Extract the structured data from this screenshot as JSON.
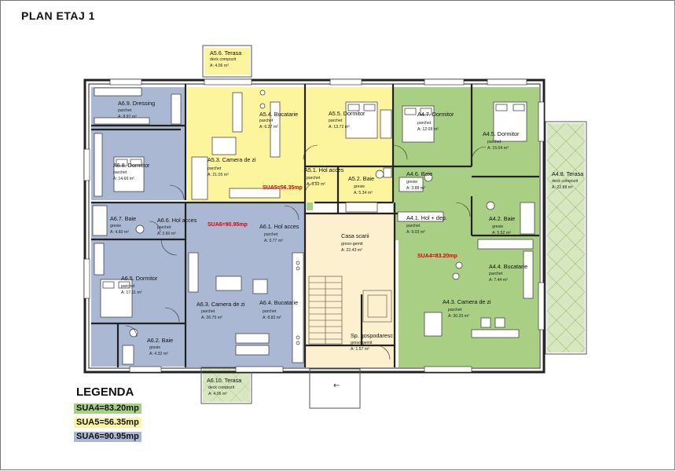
{
  "title": "PLAN ETAJ 1",
  "legend": {
    "title": "LEGENDA",
    "items": [
      {
        "label": "SUA4=83.20mp",
        "color": "#a9cf84"
      },
      {
        "label": "SUA5=56.35mp",
        "color": "#fdf59d"
      },
      {
        "label": "SUA6=90.95mp",
        "color": "#aab8d3"
      }
    ]
  },
  "colors": {
    "apt4": "#a9cf84",
    "apt5": "#fdf59d",
    "apt6": "#aab8d3",
    "stair": "#fdf0cf",
    "terrace": "#d7e8c0",
    "wall": "#222222",
    "sua_text": "#e00000"
  },
  "sua_labels": {
    "sua4": "SUA4=83.20mp",
    "sua5": "SUA5=56.35mp",
    "sua6": "SUA6=90.95mp"
  },
  "rooms": [
    {
      "id": "a56",
      "name": "A5.6. Terasa",
      "finish": "deck compozit",
      "area": "A: 4.06 m²"
    },
    {
      "id": "a69",
      "name": "A6.9. Dressing",
      "finish": "parchet",
      "area": "A: 8.97 m²"
    },
    {
      "id": "a54",
      "name": "A5.4. Bucatarie",
      "finish": "parchet",
      "area": "A: 6.27 m²"
    },
    {
      "id": "a55",
      "name": "A5.5. Dormitor",
      "finish": "parchet",
      "area": "A: 13.72 m²"
    },
    {
      "id": "a47",
      "name": "A4.7. Dormitor",
      "finish": "parchet",
      "area": "A: 12.08 m²"
    },
    {
      "id": "a45",
      "name": "A4.5. Dormitor",
      "finish": "parchet",
      "area": "A: 15.04 m²"
    },
    {
      "id": "a68",
      "name": "A6.8. Dormitor",
      "finish": "parchet",
      "area": "A: 14.66 m²"
    },
    {
      "id": "a53",
      "name": "A5.3. Camera de zi",
      "finish": "parchet",
      "area": "A: 21.05 m²"
    },
    {
      "id": "a51",
      "name": "A5.1. Hol acces",
      "finish": "parchet",
      "area": "A: 3.93 m²"
    },
    {
      "id": "a52",
      "name": "A5.2. Baie",
      "finish": "gresie",
      "area": "A: 5.34 m²"
    },
    {
      "id": "a46",
      "name": "A4.6. Baie",
      "finish": "gresie",
      "area": "A: 3.88 m²"
    },
    {
      "id": "a48",
      "name": "A4.8. Terasa",
      "finish": "deck compozit",
      "area": "A: 22.88 m²"
    },
    {
      "id": "a67",
      "name": "A6.7. Baie",
      "finish": "gresie",
      "area": "A: 4.60 m²"
    },
    {
      "id": "a66",
      "name": "A6.6. Hol acces",
      "finish": "parchet",
      "area": "A: 2.60 m²"
    },
    {
      "id": "a61",
      "name": "A6.1. Hol acces",
      "finish": "parchet",
      "area": "A: 3.77 m²"
    },
    {
      "id": "a41",
      "name": "A4.1. Hol + dep.",
      "finish": "parchet",
      "area": "A: 9.03 m²"
    },
    {
      "id": "a42",
      "name": "A4.2. Baie",
      "finish": "gresie",
      "area": "A: 5.52 m²"
    },
    {
      "id": "cs",
      "name": "Casa scarii",
      "finish": "greso-gemit",
      "area": "A: 22.43 m²"
    },
    {
      "id": "a65",
      "name": "A6.5. Dormitor",
      "finish": "parchet",
      "area": "A: 17.11 m²"
    },
    {
      "id": "a44",
      "name": "A4.4. Bucatarie",
      "finish": "parchet",
      "area": "A: 7.44 m²"
    },
    {
      "id": "a63",
      "name": "A6.3. Camera de zi",
      "finish": "parchet",
      "area": "A: 26.75 m²"
    },
    {
      "id": "a64",
      "name": "A6.4. Bucatarie",
      "finish": "parchet",
      "area": "A: 8.82 m²"
    },
    {
      "id": "a43",
      "name": "A4.3. Camera de zi",
      "finish": "parchet",
      "area": "A: 30.20 m²"
    },
    {
      "id": "a62",
      "name": "A6.2. Baie",
      "finish": "gresie",
      "area": "A: 4.32 m²"
    },
    {
      "id": "sg",
      "name": "Sp. gospodaresc",
      "finish": "greso-gemit",
      "area": "A: 1.57 m²"
    },
    {
      "id": "a610",
      "name": "A6.10. Terasa",
      "finish": "deck compozit",
      "area": "A: 4.06 m²"
    }
  ]
}
